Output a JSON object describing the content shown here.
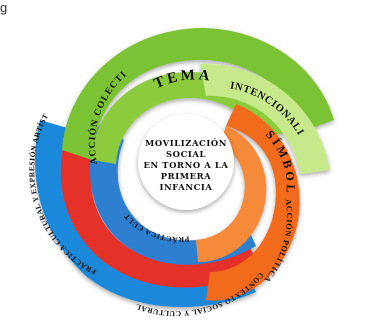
{
  "cut_text": "g",
  "center": {
    "lines": [
      "MOVILIZACIÓN",
      "SOCIAL",
      "EN TORNO A LA",
      "PRIMERA",
      "INFANCIA"
    ]
  },
  "segments": [
    {
      "id": "tema",
      "label": "TEMA",
      "color": "#7CC234"
    },
    {
      "id": "accion-colectiva",
      "label": "ACCIÓN COLECTIVA",
      "color": "#7CC234"
    },
    {
      "id": "intencionalidad",
      "label": "INTENCIONALIDAD",
      "color": "#C7E98C"
    },
    {
      "id": "simbolo",
      "label": "SÍMBOLO",
      "color": "#F26A1B"
    },
    {
      "id": "accion-politica",
      "label": "ACCIÓN POLÍTICA",
      "color": "#F26A1B"
    },
    {
      "id": "contexto",
      "label": "CONTEXTO SOCIAL Y CULTURAL",
      "color": "#2F7FD0"
    },
    {
      "id": "practica",
      "label": "PRÁCTICA CULTURAL",
      "color": "#2F7FD0"
    },
    {
      "id": "expresion",
      "label": "PRÁCTICA CULTURAL Y EXPRESIÓN ARTÍSTICA",
      "color": "#1E88DA"
    }
  ],
  "colors": {
    "green": "#7CC234",
    "light_green": "#C7E98C",
    "orange": "#F26A1B",
    "red": "#E4312B",
    "blue": "#1E88DA",
    "dark_blue": "#1B5FB0",
    "center": "#ffffff"
  }
}
